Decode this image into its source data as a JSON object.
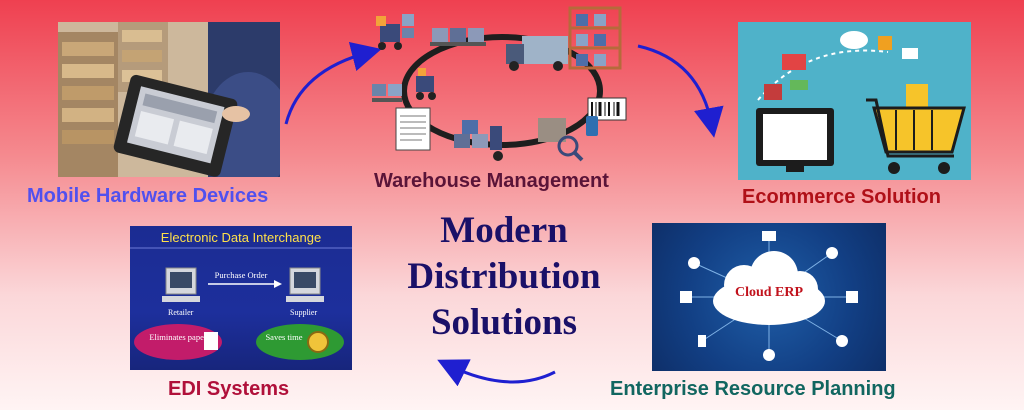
{
  "title": [
    "Modern",
    "Distribution",
    "Solutions"
  ],
  "captions": {
    "mobile": "Mobile Hardware Devices",
    "warehouse": "Warehouse Management",
    "ecommerce": "Ecommerce Solution",
    "edi": "EDI Systems",
    "erp": "Enterprise Resource Planning"
  },
  "edi_panel": {
    "header": "Electronic Data Interchange",
    "purchase_order": "Purchase Order",
    "retailer": "Retailer",
    "supplier": "Supplier",
    "eliminates": "Eliminates paper",
    "saves": "Saves time"
  },
  "erp_panel": {
    "cloud_label": "Cloud ERP"
  },
  "colors": {
    "mobile_caption": "#5150ee",
    "warehouse_caption": "#5a1438",
    "ecommerce_caption": "#b01018",
    "edi_caption": "#b0103a",
    "erp_caption": "#116660",
    "title": "#1a1068",
    "arrows": "#1f1fd0"
  }
}
